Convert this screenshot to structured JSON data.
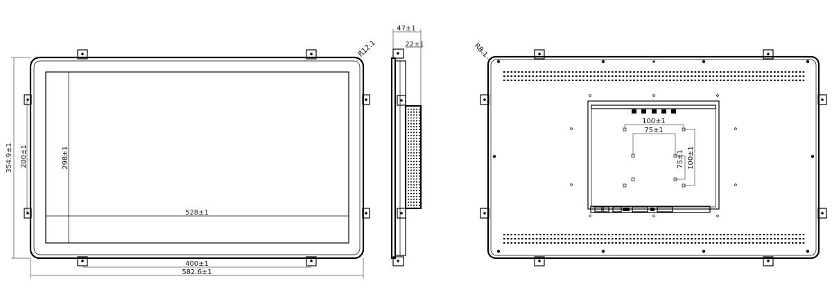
{
  "front_view": {
    "overall_height": "354.9±1",
    "mount_height": "200±1",
    "active_height": "298±1",
    "active_width": "528±1",
    "mount_width": "400±1",
    "overall_width": "582.6±1",
    "corner_radius": "R12.1"
  },
  "side_view": {
    "depth_total": "47±1",
    "depth_partial": "22±1"
  },
  "rear_view": {
    "corner_radius": "R8.1",
    "vesa_outer_w": "100±1",
    "vesa_inner_w": "75±1",
    "vesa_inner_h": "75±1",
    "vesa_outer_h": "100±1"
  }
}
